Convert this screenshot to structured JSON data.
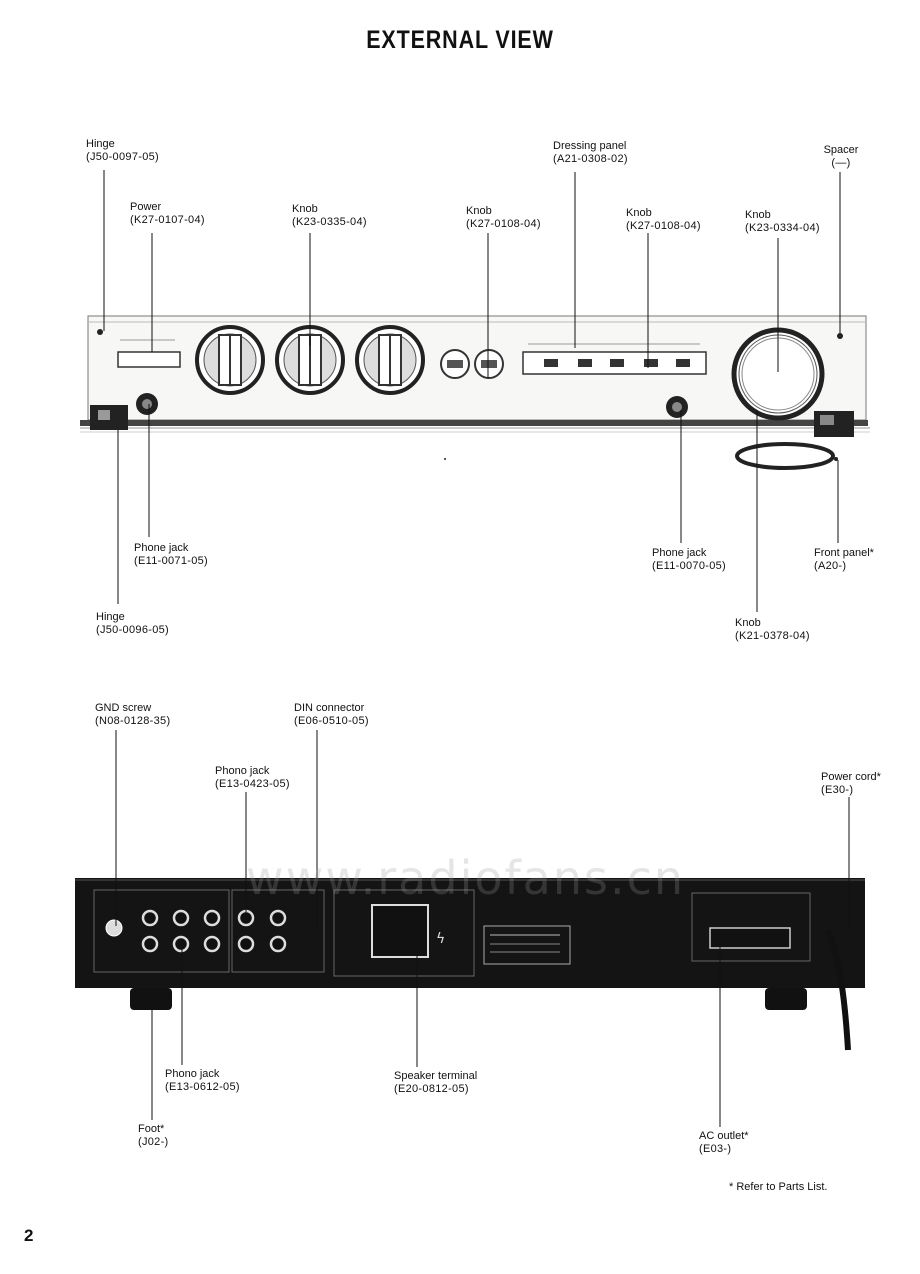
{
  "title": "EXTERNAL VIEW",
  "watermark": "www.radiofans.cn",
  "front": {
    "hinge_top": {
      "name": "Hinge",
      "part": "(J50-0097-05)"
    },
    "power": {
      "name": "Power",
      "part": "(K27-0107-04)"
    },
    "knob_tone": {
      "name": "Knob",
      "part": "(K23-0335-04)"
    },
    "knob_small": {
      "name": "Knob",
      "part": "(K27-0108-04)"
    },
    "dressing_panel": {
      "name": "Dressing panel",
      "part": "(A21-0308-02)"
    },
    "knob_selector": {
      "name": "Knob",
      "part": "(K27-0108-04)"
    },
    "knob_volume": {
      "name": "Knob",
      "part": "(K23-0334-04)"
    },
    "spacer": {
      "name": "Spacer",
      "part": "(—)"
    },
    "phone_jack_left": {
      "name": "Phone jack",
      "part": "(E11-0071-05)"
    },
    "hinge_bottom": {
      "name": "Hinge",
      "part": "(J50-0096-05)"
    },
    "phone_jack_right": {
      "name": "Phone jack",
      "part": "(E11-0070-05)"
    },
    "front_panel": {
      "name": "Front panel*",
      "part": "(A20-)"
    },
    "knob_bottom": {
      "name": "Knob",
      "part": "(K21-0378-04)"
    }
  },
  "rear": {
    "gnd_screw": {
      "name": "GND screw",
      "part": "(N08-0128-35)"
    },
    "din_connector": {
      "name": "DIN connector",
      "part": "(E06-0510-05)"
    },
    "phono_jack_top": {
      "name": "Phono jack",
      "part": "(E13-0423-05)"
    },
    "power_cord": {
      "name": "Power cord*",
      "part": "(E30-)"
    },
    "phono_jack_bottom": {
      "name": "Phono jack",
      "part": "(E13-0612-05)"
    },
    "speaker_terminal": {
      "name": "Speaker terminal",
      "part": "(E20-0812-05)"
    },
    "foot": {
      "name": "Foot*",
      "part": "(J02-)"
    },
    "ac_outlet": {
      "name": "AC outlet*",
      "part": "(E03-)"
    }
  },
  "footnote": "* Refer to Parts List.",
  "page_number": "2"
}
